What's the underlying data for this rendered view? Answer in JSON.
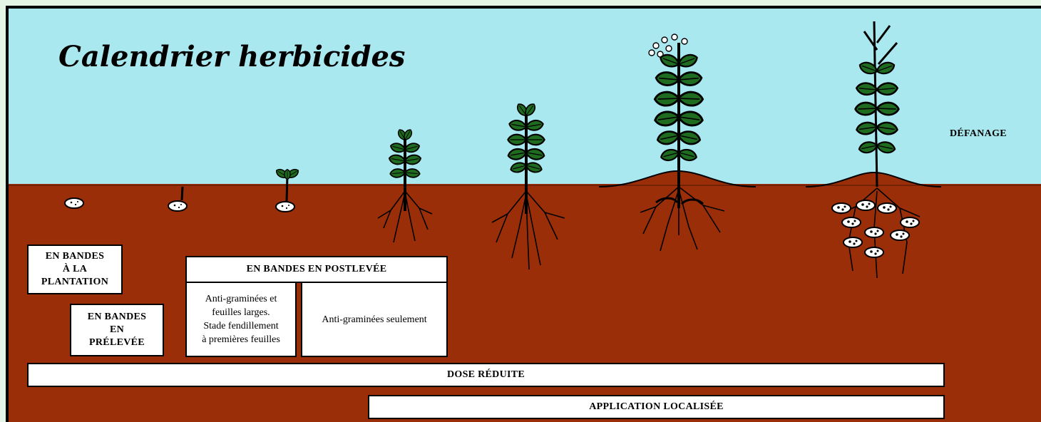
{
  "title": "Calendrier herbicides",
  "defanage": "DÉFANAGE",
  "boxes": {
    "plantation": [
      "EN BANDES",
      "À LA",
      "PLANTATION"
    ],
    "prelevee": [
      "EN BANDES",
      "EN",
      "PRÉLEVÉE"
    ],
    "postlevee_header": "EN BANDES EN POSTLEVÉE",
    "postlevee_left": [
      "Anti-graminées et",
      "feuilles larges.",
      "Stade fendillement",
      "à premières feuilles"
    ],
    "postlevee_right": "Anti-graminées seulement",
    "dose_reduite": "DOSE RÉDUITE",
    "application_localisee": "APPLICATION LOCALISÉE"
  },
  "colors": {
    "sky": "#aae8ef",
    "soil": "#9a2e09",
    "leaf": "#1f6b1f",
    "outline": "#000000",
    "box_fill": "#ffffff"
  },
  "stages": [
    "seed-potato",
    "sprouting-potato",
    "seedling",
    "young-plant",
    "growing-plant",
    "flowering-plant",
    "mature-plant-with-tubers"
  ]
}
